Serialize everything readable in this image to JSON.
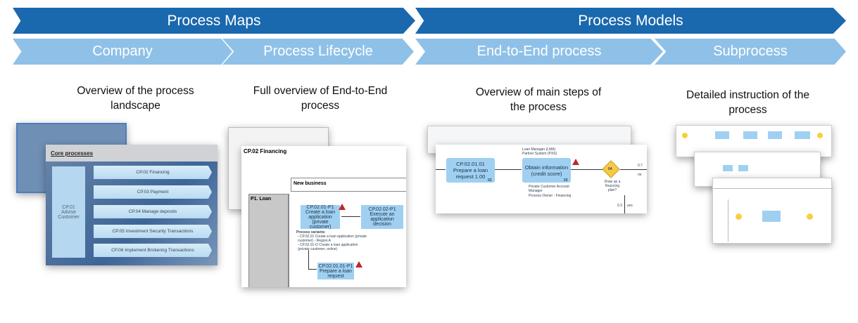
{
  "header": {
    "process_maps": "Process Maps",
    "process_models": "Process Models"
  },
  "stages": [
    {
      "label": "Company",
      "caption": "Overview of the process landscape"
    },
    {
      "label": "Process Lifecycle",
      "caption": "Full overview of End-to-End process"
    },
    {
      "label": "End-to-End process",
      "caption": "Overview of main steps of the process"
    },
    {
      "label": "Subprocess",
      "caption": "Detailed instruction of the process"
    }
  ],
  "company": {
    "title": "Core processes",
    "left": "CP.01 Advise Customer",
    "items": [
      "CP.02 Financing",
      "CP.03 Payment",
      "CP.04 Manage deposits",
      "CP.05 Investment Security Transactions",
      "CP.06 Implement Brokering Transactions"
    ]
  },
  "lifecycle": {
    "title": "CP.02 Financing",
    "column": "New business",
    "lane": "P1. Loan",
    "task1": "CP.02.01-P1 Create a loan application (private customer)",
    "task2": "CP.02.02-P1 Execute an application decision",
    "variants_title": "Process variants:",
    "variants": "- CP.02.01 Create a loan application (private customer) - Region A\n- CP.02.01-O Create a loan application (private customer, online)",
    "task3": "CP.02.01.01-P1 Prepare a loan request"
  },
  "e2e": {
    "task1": "CP.02.01.01 Prepare a loan request 1.00",
    "task1_num": "02",
    "roles": "Loan Manager (LMA)\nPartner System (PXS)",
    "task2": "Obtain information (credit score)",
    "task2_num": "03",
    "owner1": "Private Customer Account Manager",
    "owner2": "Process Owner - Financing",
    "gateway": "04",
    "question": "Draw up a financing plan?",
    "p_no": "0.7",
    "no": "no",
    "p_yes": "0.3",
    "yes": "yes"
  }
}
